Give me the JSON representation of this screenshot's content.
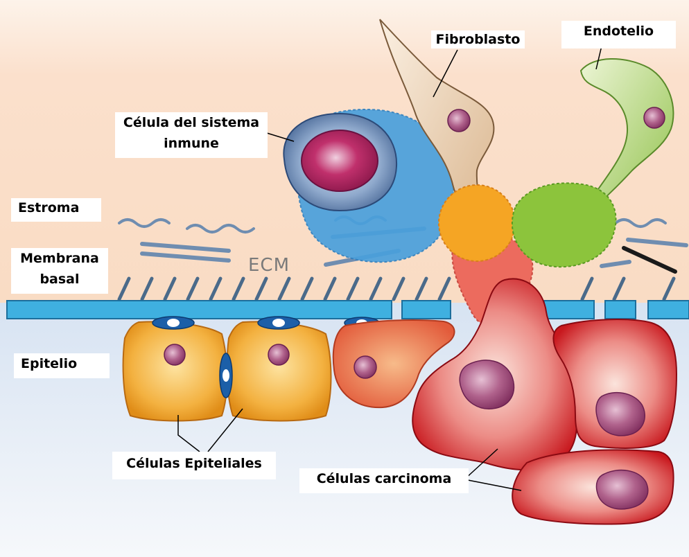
{
  "labels": {
    "fibroblast": "Fibroblasto",
    "endothelium": "Endotelio",
    "immune_cell_line1": "Célula del sistema",
    "immune_cell_line2": "inmune",
    "stroma": "Estroma",
    "basal_membrane_line1": "Membrana",
    "basal_membrane_line2": "basal",
    "ecm": "ECM",
    "epithelium": "Epitelio",
    "epithelial_cells": "Células Epiteliales",
    "carcinoma_cells": "Células carcinoma"
  },
  "colors": {
    "stroma_bg": "#fbe3d0",
    "epithelium_bg": "#dfe8f3",
    "membrane": "#3fb0e0",
    "immune_cell": "#3a92d0",
    "fibroblast": "#e8c8a8",
    "endothelium": "#a8d070",
    "epithelial_cell": "#f0a030",
    "carcinoma_cell": "#d42a2a",
    "nucleus": "#a0507a"
  }
}
